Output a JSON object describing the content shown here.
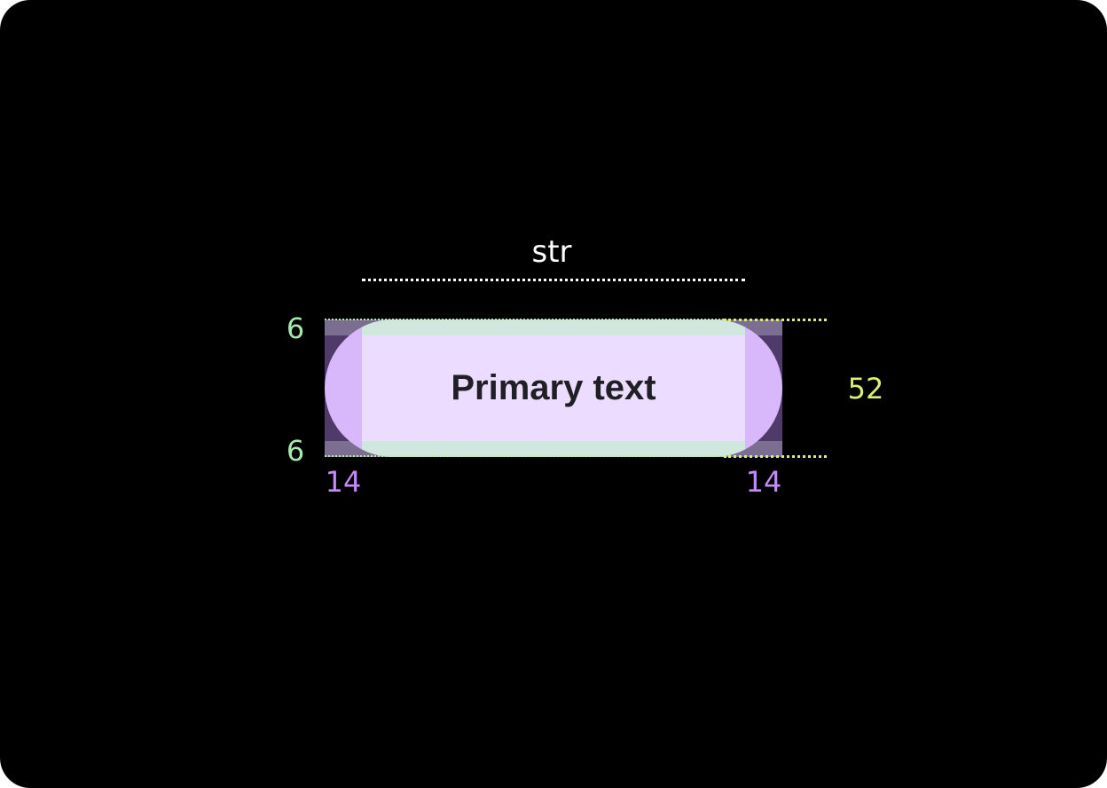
{
  "diagram": {
    "width_label": "str",
    "button_text": "Primary text",
    "padding_top": "6",
    "padding_bottom": "6",
    "padding_left": "14",
    "padding_right": "14",
    "height": "52"
  },
  "colors": {
    "background": "#000000",
    "chip": "#d8b8fa",
    "content_area": "#ecdcff",
    "vertical_padding": "#cfe7dc",
    "box_fill": "#4f3a6a",
    "vertical_padding_label": "#a6e8b0",
    "horizontal_padding_label": "#c28cf6",
    "height_label": "#d9ee76",
    "text": "#211f26"
  }
}
